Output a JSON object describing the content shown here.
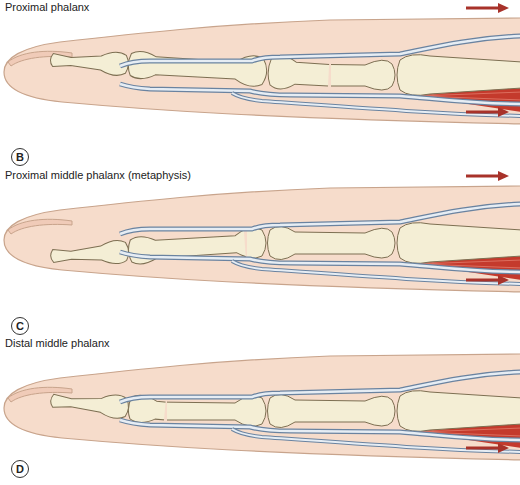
{
  "diagram": {
    "nodes": [
      {
        "text": [
          "B"
        ]
      },
      {
        "text": [
          "C"
        ]
      },
      {
        "text": [
          "D"
        ]
      }
    ],
    "labels": [
      "Proximal phalanx",
      "Proximal middle phalanx (metaphysis)",
      "Distal middle phalanx"
    ]
  }
}
